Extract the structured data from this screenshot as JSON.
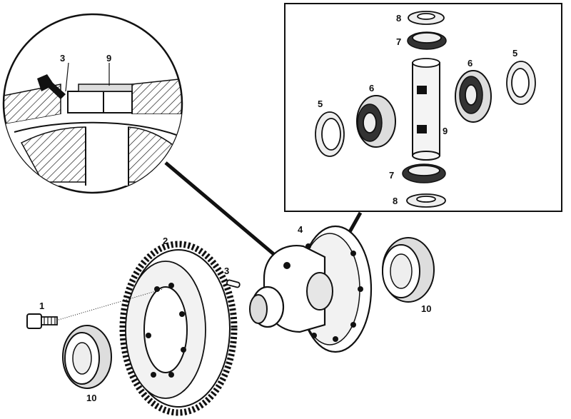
{
  "labels": {
    "bolt": "1",
    "ring_gear": "2",
    "lock_pin": "3",
    "differential_case": "4",
    "thrust_washer_right": "5",
    "thrust_washer_left": "5",
    "side_gear_right": "6",
    "side_gear_left": "6",
    "pinion_washer_top": "7",
    "pinion_washer_bottom": "7",
    "pinion_gear_top": "8",
    "pinion_gear_bottom": "8",
    "pinion_shaft": "9",
    "bearing_right": "10",
    "bearing_left": "10",
    "inset_pin": "3",
    "inset_shaft": "9"
  },
  "colors": {
    "ink": "#111111",
    "paper": "#ffffff"
  },
  "icons": {
    "pointer": "arrow-pointer-icon"
  }
}
